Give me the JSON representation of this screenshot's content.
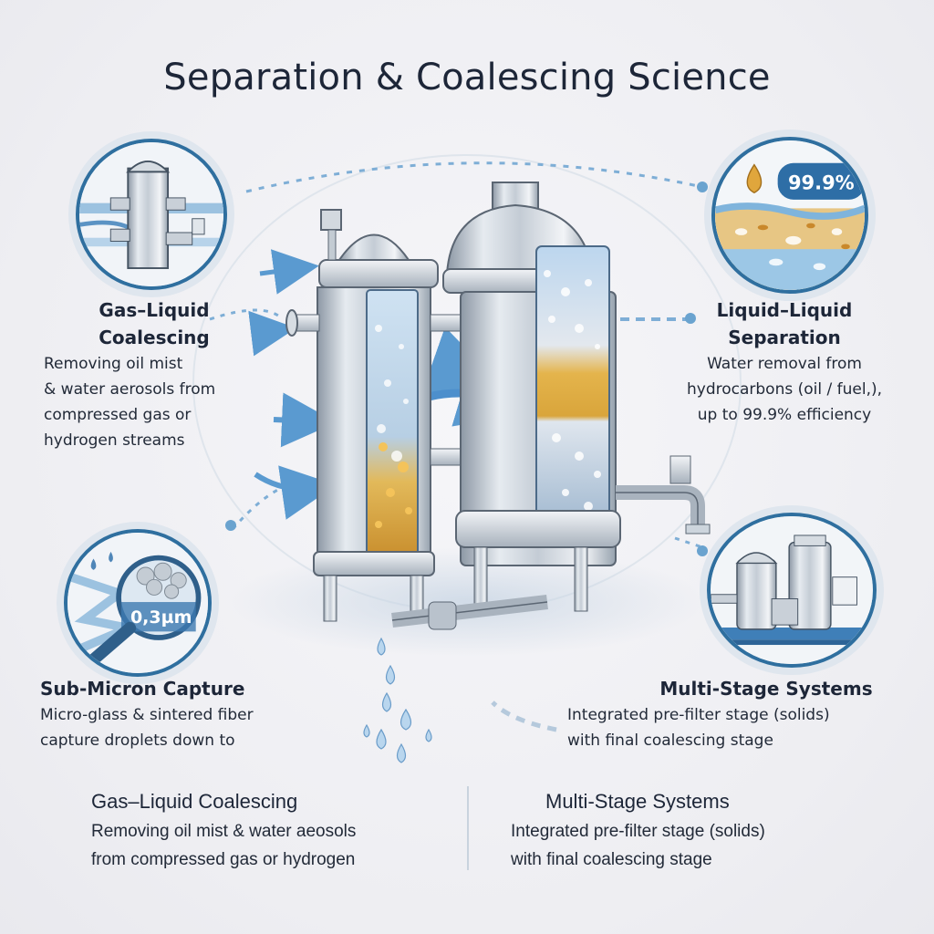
{
  "title": "Separation & Coalescing Science",
  "colors": {
    "title": "#1d2638",
    "accent_blue": "#2f6f9f",
    "light_blue": "#6aa8d6",
    "gold": "#d8a33a",
    "background": "#eeeef2",
    "steel": "#b9c2cc"
  },
  "sections": {
    "gas_liquid": {
      "heading_line1": "Gas–Liquid",
      "heading_line2": "Coalescing",
      "body": [
        "Removing oil mist",
        "& water aerosols from",
        "compressed gas or",
        "hydrogen streams"
      ],
      "icon": "vertical-filter-housing-icon"
    },
    "liquid_liquid": {
      "heading_line1": "Liquid–Liquid",
      "heading_line2": "Separation",
      "body": [
        "Water removal from",
        "hydrocarbons (oil / fuel,),",
        "up to 99.9% efficiency"
      ],
      "icon": "oil-water-droplet-icon",
      "badge": "99.9%"
    },
    "sub_micron": {
      "heading": "Sub-Micron Capture",
      "body": [
        "Micro-glass & sintered fiber",
        "capture droplets down to"
      ],
      "icon": "magnifier-fiber-icon",
      "badge": "0,3µm"
    },
    "multi_stage": {
      "heading": "Multi-Stage Systems",
      "body": [
        "Integrated pre-filter stage (solids)",
        "with final coalescing stage"
      ],
      "icon": "skid-mounted-vessels-icon"
    }
  },
  "footer": {
    "left": {
      "heading": "Gas–Liquid Coalescing",
      "body": [
        "Removing oil mist & water aeosols",
        "from compressed gas or hydrogen"
      ]
    },
    "right": {
      "heading": "Multi-Stage Systems",
      "body": [
        "Integrated pre-filter stage (solids)",
        "with final coalescing stage"
      ]
    }
  },
  "center_illustration": "twin-coalescer-vessels-cutaway"
}
